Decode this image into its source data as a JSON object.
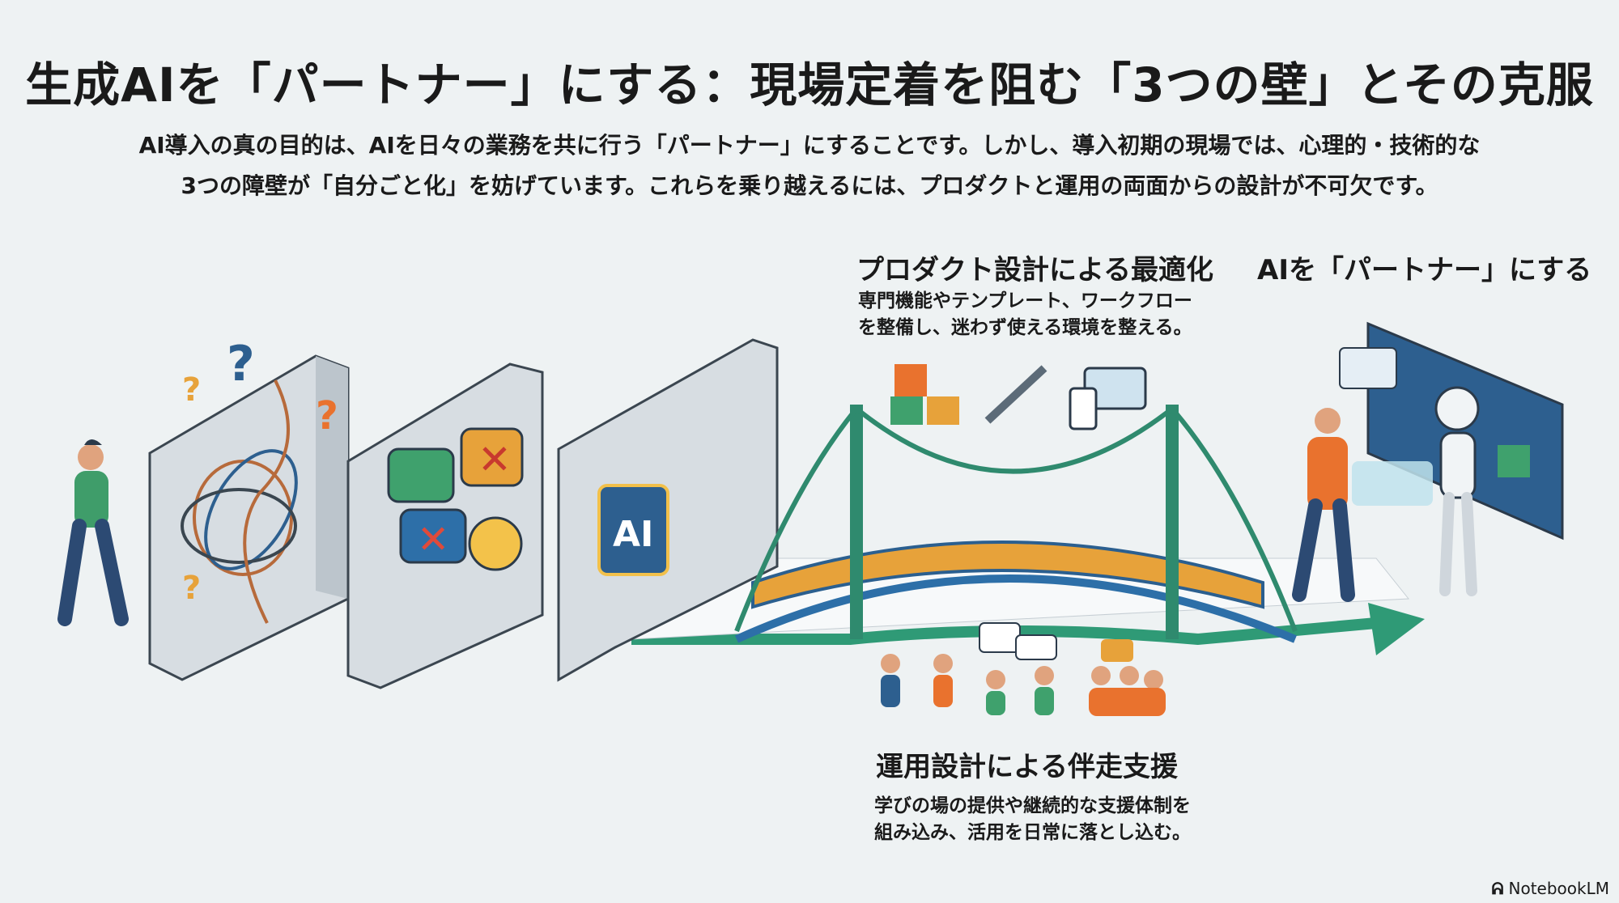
{
  "title": "生成AIを「パートナー」にする：現場定着を阻む「3つの壁」とその克服",
  "subtitle": [
    "AI導入の真の目的は、AIを日々の業務を共に行う「パートナー」にすることです。しかし、導入初期の現場では、心理的・技術的な",
    "3つの障壁が「自分ごと化」を妨げています。これらを乗り越えるには、プロダクトと運用の両面からの設計が不可欠です。"
  ],
  "product": {
    "heading": "プロダクト設計による最適化",
    "desc": [
      "専門機能やテンプレート、ワークフロー",
      "を整備し、迷わず使える環境を整える。"
    ]
  },
  "operation": {
    "heading": "運用設計による伴走支援",
    "desc": [
      "学びの場の提供や継続的な支援体制を",
      "組み込み、活用を日常に落とし込む。"
    ]
  },
  "goal": {
    "heading": "AIを「パートナー」にする"
  },
  "wall3_label": "AI",
  "brand": "NotebookLM",
  "colors": {
    "green": "#2f8a6e",
    "orange": "#e7a23a",
    "blue": "#2d5f8f",
    "wall": "#d7dde2",
    "accent": "#e9722e"
  }
}
